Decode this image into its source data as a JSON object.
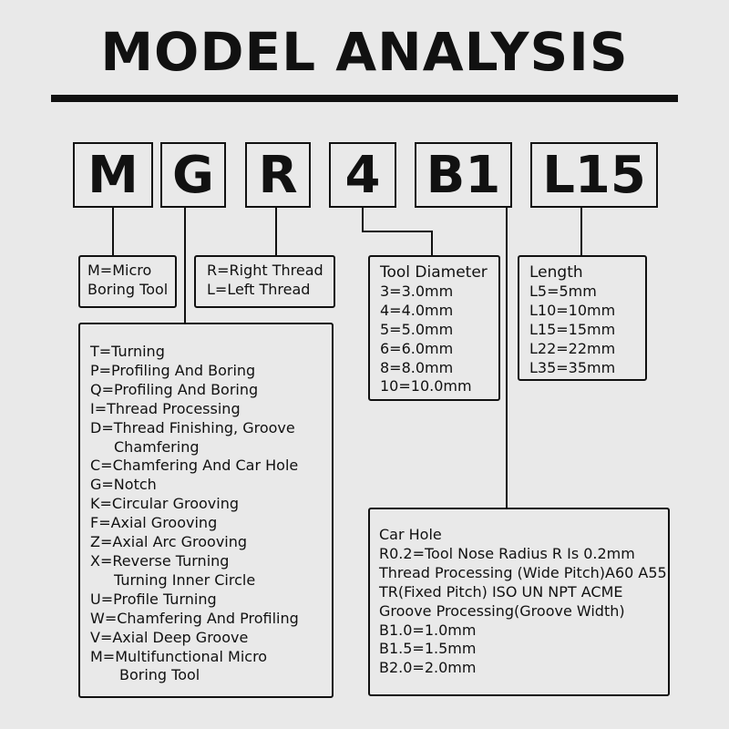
{
  "title": "MODEL ANALYSIS",
  "code_segments": [
    "M",
    "G",
    "R",
    "4",
    "B1",
    "L15"
  ],
  "boxes": {
    "m": {
      "lines": [
        "M=Micro",
        "Boring Tool"
      ]
    },
    "r": {
      "lines": [
        "R=Right Thread",
        "L=Left Thread"
      ]
    },
    "diameter": {
      "heading": "Tool Diameter",
      "lines": [
        "3=3.0mm",
        "4=4.0mm",
        "5=5.0mm",
        "6=6.0mm",
        "8=8.0mm",
        "10=10.0mm"
      ]
    },
    "length": {
      "heading": "Length",
      "lines": [
        "L5=5mm",
        "L10=10mm",
        "L15=15mm",
        "L22=22mm",
        "L35=35mm"
      ]
    },
    "g": {
      "lines": [
        "T=Turning",
        "P=Profiling And Boring",
        "Q=Profiling And Boring",
        "I=Thread Processing",
        "D=Thread Finishing, Groove",
        "Chamfering",
        "C=Chamfering And Car Hole",
        "G=Notch",
        "K=Circular Grooving",
        "F=Axial Grooving",
        "Z=Axial Arc Grooving",
        "X=Reverse Turning",
        "Turning Inner Circle",
        "U=Profile Turning",
        "W=Chamfering And Profiling",
        "V=Axial Deep Groove",
        "M=Multifunctional Micro",
        "Boring Tool"
      ]
    },
    "carhole": {
      "lines": [
        "Car Hole",
        "R0.2=Tool Nose Radius R Is 0.2mm",
        "Thread Processing (Wide Pitch)A60 A55",
        "TR(Fixed Pitch) ISO UN NPT ACME",
        "Groove Processing(Groove Width)",
        "B1.0=1.0mm",
        "B1.5=1.5mm",
        "B2.0=2.0mm"
      ]
    }
  }
}
